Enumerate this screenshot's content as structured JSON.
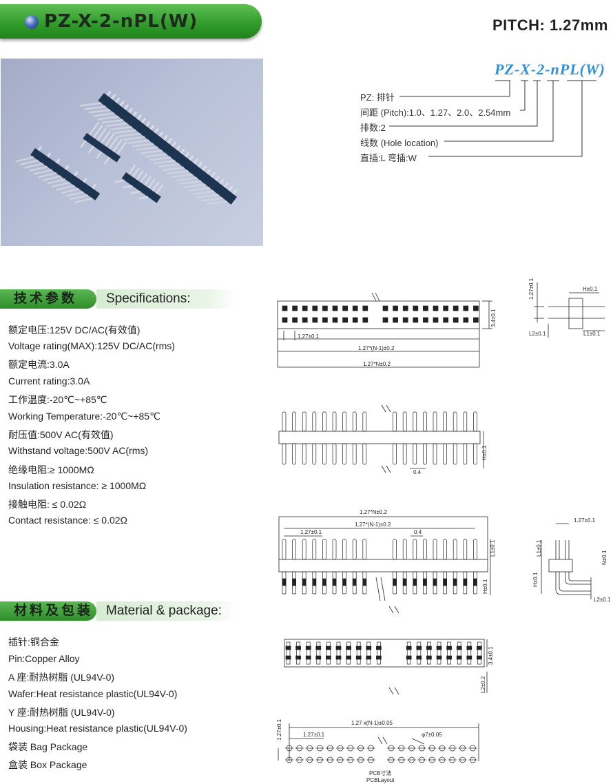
{
  "header": {
    "title": "PZ-X-2-nPL(W)",
    "pitch": "PITCH: 1.27mm"
  },
  "part_number": {
    "code": "PZ-X-2-nPL(W)",
    "legend": [
      "PZ: 排针",
      "间距 (Pitch):1.0、1.27、2.0、2.54mm",
      "排数:2",
      "线数 (Hole location)",
      "直插:L  弯插:W"
    ]
  },
  "specifications": {
    "title_zh": "技术参数",
    "title_en": "Specifications:",
    "lines": [
      "额定电压:125V DC/AC(有效值)",
      "Voltage rating(MAX):125V DC/AC(rms)",
      "额定电流:3.0A",
      "Current rating:3.0A",
      "工作温度:-20℃~+85℃",
      "Working Temperature:-20℃~+85℃",
      "耐压值:500V AC(有效值)",
      "Withstand voltage:500V AC(rms)",
      "绝缘电阻:≥ 1000MΩ",
      "Insulation resistance: ≥ 1000MΩ",
      "接触电阻: ≤ 0.02Ω",
      "Contact resistance: ≤ 0.02Ω"
    ]
  },
  "material": {
    "title_zh": "材料及包装",
    "title_en": "Material & package:",
    "lines": [
      "插针:铜合金",
      "Pin:Copper Alloy",
      "A 座:耐热树脂 (UL94V-0)",
      "Wafer:Heat resistance plastic(UL94V-0)",
      "Y 座:耐热树脂 (UL94V-0)",
      "Housing:Heat resistance plastic(UL94V-0)",
      "袋装  Bag Package",
      "盒装  Box Package"
    ]
  },
  "dimensions": {
    "top_view": {
      "pitch": "1.27±0.1",
      "row_span": "1.27*(N-1)±0.2",
      "total": "1.27*N±0.2",
      "height": "3.4±0.1"
    },
    "side_view": {
      "h": "H±0.1",
      "pitch_v": "1.27±0.1",
      "l2": "L2±0.1",
      "l1": "L1±0.1"
    },
    "front_view": {
      "h": "H±0.1",
      "pin": "0.4"
    },
    "right_angle_front": {
      "total": "1.27*N±0.2",
      "span": "1.27*(N-1)±0.2",
      "pitch": "1.27±0.1",
      "pin": "0.4",
      "l1": "L1±0.1",
      "h": "H±0.1"
    },
    "right_angle_side": {
      "pitch": "1.27±0.1",
      "l1": "L1±0.1",
      "n": "N±0.1",
      "h": "H±0.1",
      "l2": "L2±0.1"
    },
    "right_angle_top": {
      "height": "3.4±0.1",
      "l2": "L2±0.2"
    },
    "pcb": {
      "span": "1.27 x(N-1)±0.05",
      "pitch_h": "1.27±0.1",
      "pitch_v": "1.27±0.1",
      "hole": "φ7±0.05",
      "title_zh": "PCB寸法",
      "title_en": "PCBLayout"
    }
  }
}
